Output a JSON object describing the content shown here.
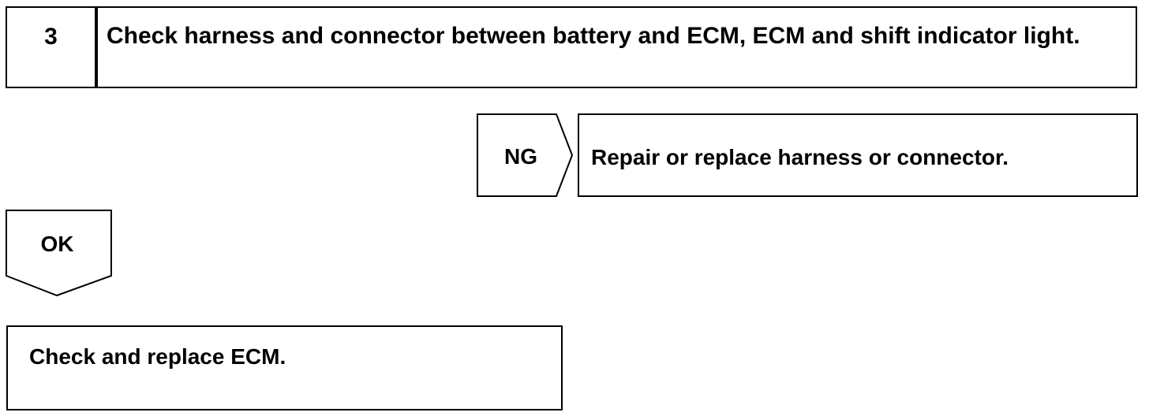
{
  "step": {
    "number": "3",
    "title": "Check harness and connector between battery and ECM, ECM and shift indicator light."
  },
  "ng_branch": {
    "label": "NG",
    "action": "Repair or replace harness or connector."
  },
  "ok_branch": {
    "label": "OK",
    "action": "Check and replace ECM."
  },
  "colors": {
    "line": "#000000",
    "background": "#ffffff"
  }
}
